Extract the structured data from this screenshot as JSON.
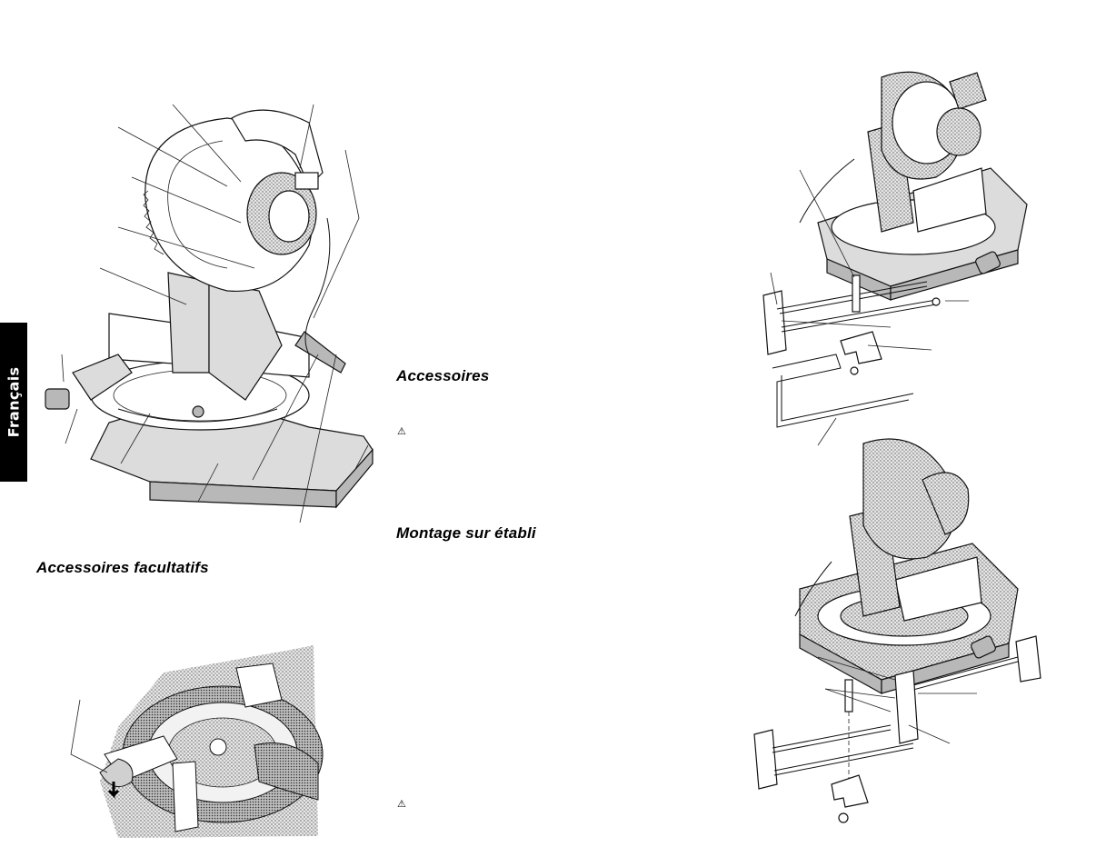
{
  "sidebar": {
    "language_tab": "Français"
  },
  "headings": {
    "accessories": "Accessoires",
    "bench_mounting": "Montage sur établi",
    "optional_accessories": "Accessoires facultatifs"
  },
  "warnings": {
    "symbol": "⚠"
  },
  "figures": [
    {
      "name": "miter-saw-components"
    },
    {
      "name": "blade-change-photo"
    },
    {
      "name": "saw-stand-kit"
    },
    {
      "name": "saw-bench-mounting"
    }
  ]
}
